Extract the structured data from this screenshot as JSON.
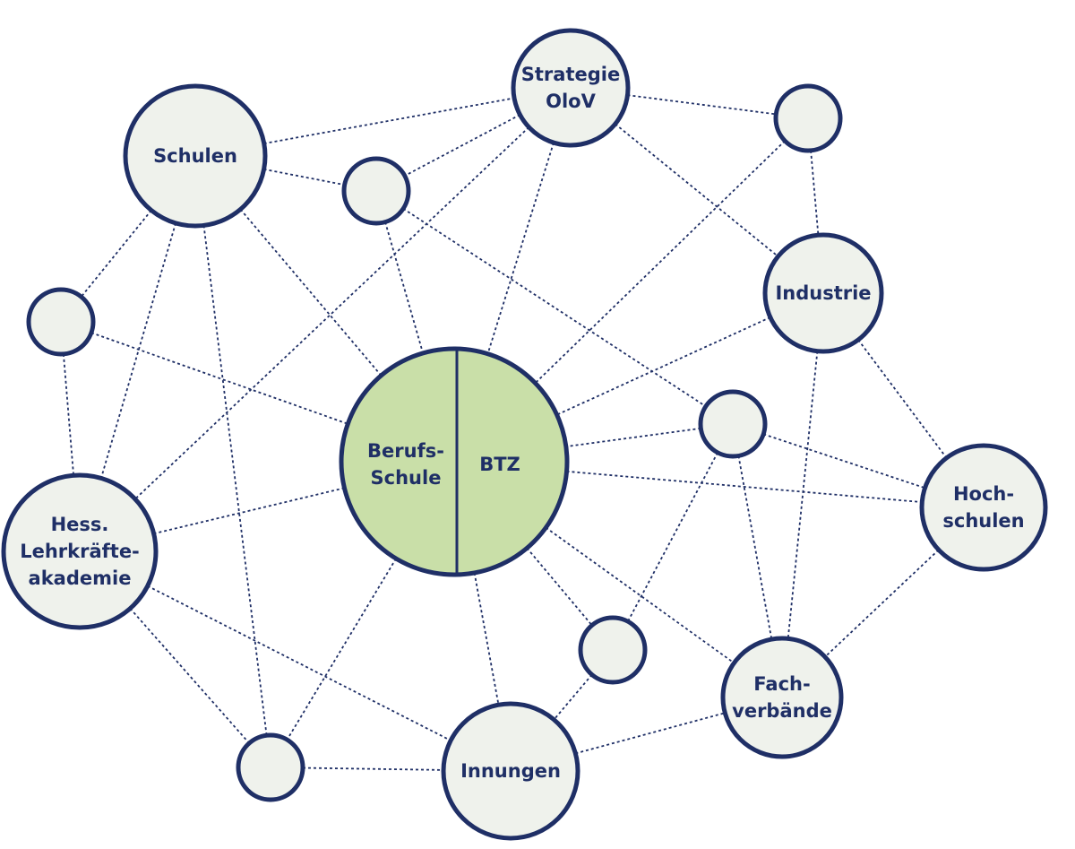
{
  "diagram": {
    "nodes": [
      {
        "id": "strategie",
        "label_lines": [
          "Strategie",
          "OloV"
        ],
        "name": "node-strategie-olov"
      },
      {
        "id": "schulen",
        "label_lines": [
          "Schulen"
        ],
        "name": "node-schulen"
      },
      {
        "id": "industrie",
        "label_lines": [
          "Industrie"
        ],
        "name": "node-industrie"
      },
      {
        "id": "hochschulen",
        "label_lines": [
          "Hoch-",
          "schulen"
        ],
        "name": "node-hochschulen"
      },
      {
        "id": "lehrkraefte",
        "label_lines": [
          "Hess.",
          "Lehrkräfte-",
          "akademie"
        ],
        "name": "node-lehrkraefteakademie"
      },
      {
        "id": "innungen",
        "label_lines": [
          "Innungen"
        ],
        "name": "node-innungen"
      },
      {
        "id": "fachverbaende",
        "label_lines": [
          "Fach-",
          "verbände"
        ],
        "name": "node-fachverbaende"
      },
      {
        "id": "s1",
        "label_lines": [],
        "name": "small-node-top-right"
      },
      {
        "id": "s2",
        "label_lines": [],
        "name": "small-node-top-middle"
      },
      {
        "id": "s3",
        "label_lines": [],
        "name": "small-node-left"
      },
      {
        "id": "s4",
        "label_lines": [],
        "name": "small-node-right-middle"
      },
      {
        "id": "s5",
        "label_lines": [],
        "name": "small-node-bottom-middle"
      },
      {
        "id": "s6",
        "label_lines": [],
        "name": "small-node-bottom-left"
      }
    ],
    "center": {
      "id": "center",
      "left_label_lines": [
        "Berufs-",
        "Schule"
      ],
      "right_label_lines": [
        "BTZ"
      ]
    },
    "edges": [
      [
        "schulen",
        "strategie"
      ],
      [
        "schulen",
        "s2"
      ],
      [
        "schulen",
        "s3"
      ],
      [
        "schulen",
        "lehrkraefte"
      ],
      [
        "schulen",
        "s6"
      ],
      [
        "schulen",
        "center"
      ],
      [
        "strategie",
        "s2"
      ],
      [
        "strategie",
        "s1"
      ],
      [
        "strategie",
        "industrie"
      ],
      [
        "strategie",
        "center"
      ],
      [
        "strategie",
        "lehrkraefte"
      ],
      [
        "s1",
        "industrie"
      ],
      [
        "s1",
        "center"
      ],
      [
        "s2",
        "center"
      ],
      [
        "s2",
        "s4"
      ],
      [
        "s3",
        "lehrkraefte"
      ],
      [
        "s3",
        "center"
      ],
      [
        "industrie",
        "center"
      ],
      [
        "industrie",
        "hochschulen"
      ],
      [
        "industrie",
        "fachverbaende"
      ],
      [
        "s4",
        "center"
      ],
      [
        "s4",
        "hochschulen"
      ],
      [
        "s4",
        "fachverbaende"
      ],
      [
        "s4",
        "s5"
      ],
      [
        "center",
        "hochschulen"
      ],
      [
        "center",
        "lehrkraefte"
      ],
      [
        "center",
        "s6"
      ],
      [
        "center",
        "innungen"
      ],
      [
        "center",
        "s5"
      ],
      [
        "center",
        "fachverbaende"
      ],
      [
        "hochschulen",
        "fachverbaende"
      ],
      [
        "lehrkraefte",
        "s6"
      ],
      [
        "lehrkraefte",
        "innungen"
      ],
      [
        "s6",
        "innungen"
      ],
      [
        "s5",
        "innungen"
      ],
      [
        "innungen",
        "fachverbaende"
      ]
    ]
  }
}
